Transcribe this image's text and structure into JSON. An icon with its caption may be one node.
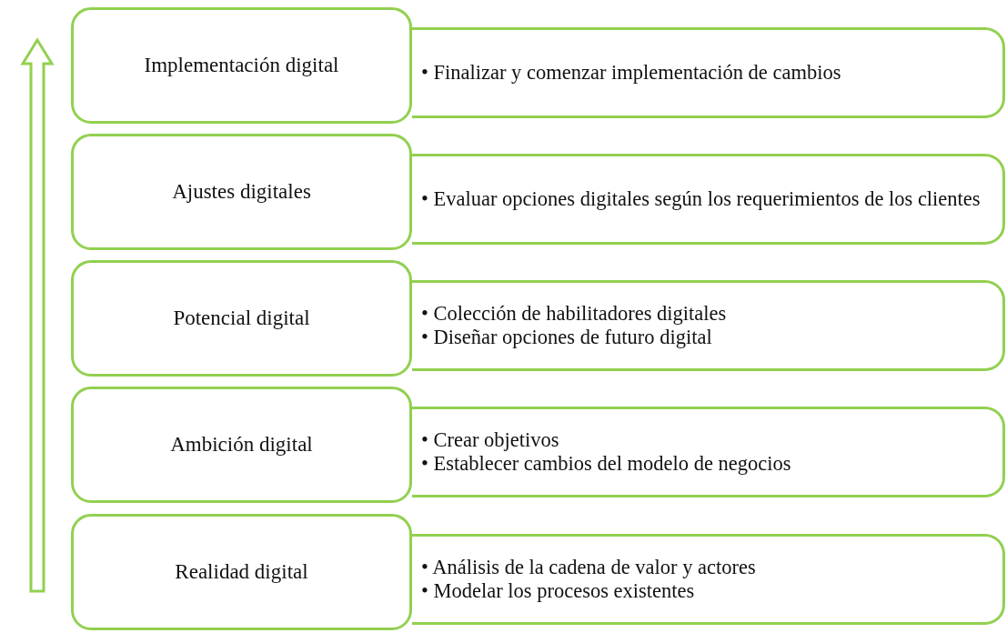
{
  "diagram": {
    "nodes": [
      {
        "text": [
          "Implementación digital"
        ]
      },
      {
        "text": [
          "• Finalizar y comenzar implementación de cambios"
        ]
      },
      {
        "text": [
          "Ajustes digitales"
        ]
      },
      {
        "text": [
          "• Evaluar opciones digitales según los requerimientos de los clientes"
        ]
      },
      {
        "text": [
          "Potencial digital"
        ]
      },
      {
        "text": [
          "• Colección de habilitadores digitales",
          "• Diseñar opciones de futuro digital"
        ]
      },
      {
        "text": [
          "Ambición digital"
        ]
      },
      {
        "text": [
          "• Crear objetivos",
          "• Establecer cambios del modelo de negocios"
        ]
      },
      {
        "text": [
          "Realidad digital"
        ]
      },
      {
        "text": [
          "• Análisis de la cadena de valor  y actores",
          "• Modelar los procesos existentes"
        ]
      }
    ]
  }
}
